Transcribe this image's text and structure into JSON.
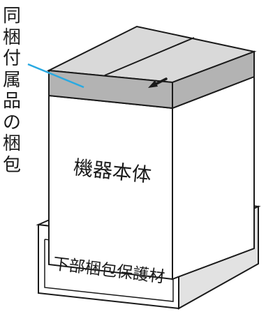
{
  "labels": {
    "accessory_package": "同梱付属品の梱包",
    "main_unit": "機器本体",
    "bottom_packing": "下部梱包保護材"
  },
  "colors": {
    "line": "#1a1a1a",
    "top_shade": "#d9d9d9",
    "band_shade": "#b3b3b3",
    "side_shade": "#e2e2e2",
    "callout": "#29a9e1"
  },
  "icons": {
    "direction_arrow": "arrow-left-icon"
  }
}
